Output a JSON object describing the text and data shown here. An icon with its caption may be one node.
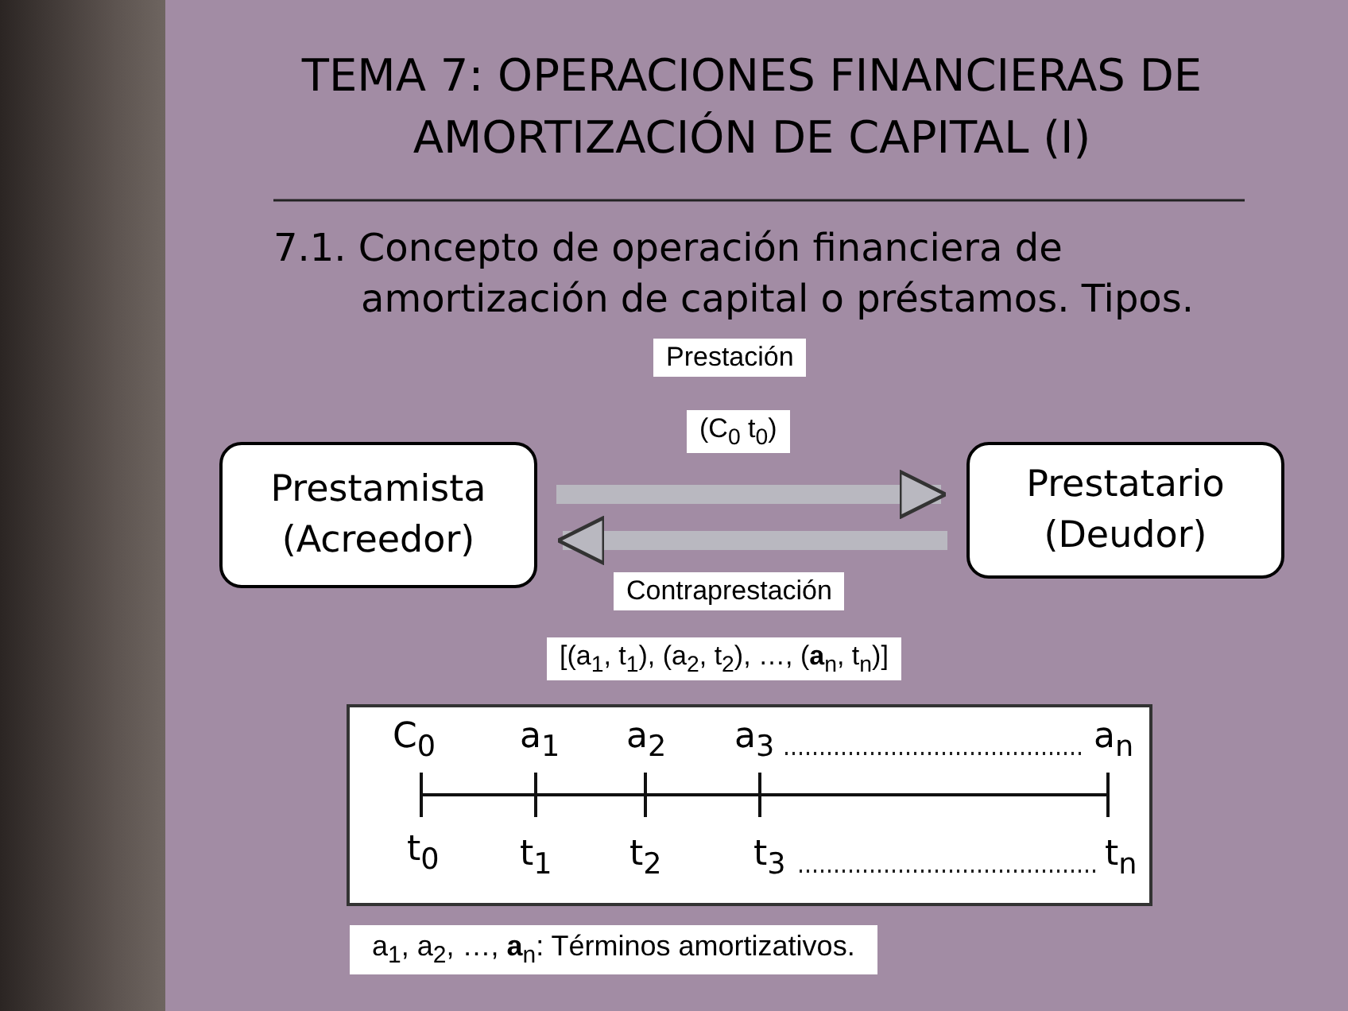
{
  "diagram": {
    "title": "TEMA 7: OPERACIONES FINANCIERAS DE AMORTIZACIÓN DE CAPITAL (I)",
    "nodes": [
      {
        "text": [
          "Prestamista (Acreedor)"
        ]
      },
      {
        "text": [
          "Prestatario (Deudor)"
        ]
      }
    ],
    "edges": [
      {
        "from": 0,
        "to": 1,
        "arrow": "to"
      },
      {
        "from": 1,
        "to": 0,
        "arrow": "to"
      }
    ],
    "labels": [
      "7.1. Concepto de operación financiera de amortización de capital o préstamos. Tipos.",
      "Prestación",
      "(C$_{0}$ t$_{0}$)",
      "Contraprestación",
      "[(a$_{1}$, t$_{1}$), (a$_{2}$, t$_{2}$), …, (**a**$_{n}$, t$_{n}$)]",
      "C$_{0}$",
      "a$_{1}$",
      "a$_{2}$",
      "a$_{3}$",
      "a$_{n}$",
      "t$_{0}$",
      "t$_{1}$",
      "t$_{2}$",
      "t$_{3}$",
      "t$_{n}$",
      "a$_{1}$, a$_{2}$, …, **a**$_{n}$: Términos amortizativos."
    ]
  }
}
